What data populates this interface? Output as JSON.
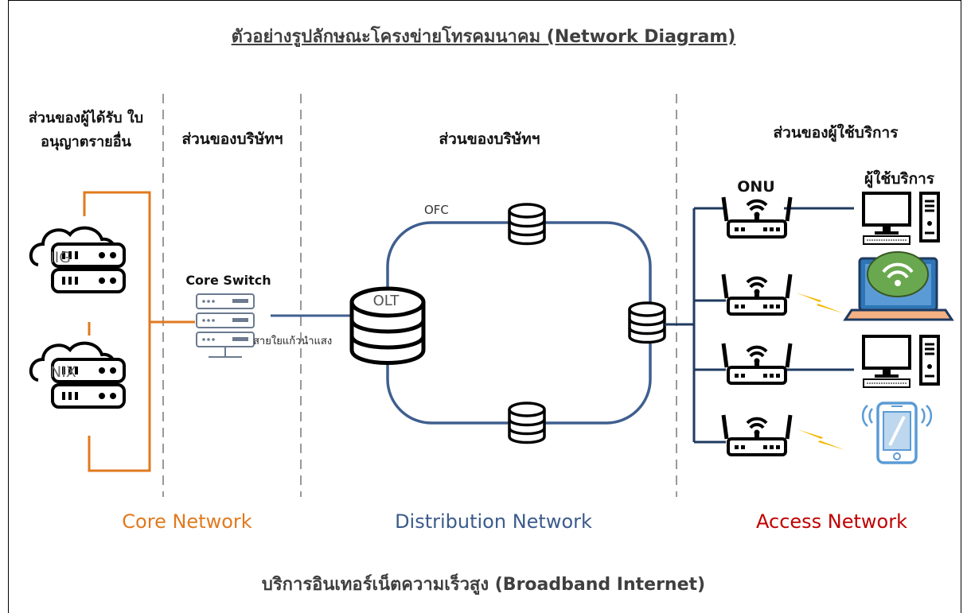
{
  "title": "ตัวอย่างรูปลักษณะโครงข่ายโทรคมนาคม (Network Diagram)",
  "footer": "บริการอินเทอร์เน็ตความเร็วสูง (Broadband Internet)",
  "headers": {
    "licensee": "ส่วนของผู้ได้รับ ใบอนุญาตรายอื่น",
    "company_core": "ส่วนของบริษัทฯ",
    "company_dist": "ส่วนของบริษัทฯ",
    "customer": "ส่วนของผู้ใช้บริการ"
  },
  "labels": {
    "users": "ผู้ใช้บริการ",
    "onu": "ONU",
    "core_switch": "Core Switch",
    "fiber": "สายใยแก้วนำแสง",
    "ofc": "OFC",
    "olt": "OLT",
    "iig": "IIG",
    "nix": "NIX"
  },
  "sections": {
    "core": "Core Network",
    "distribution": "Distribution Network",
    "access": "Access Network"
  },
  "colors": {
    "core": "#e07a1f",
    "distribution": "#3b5b8c",
    "access": "#c00000",
    "ring": "#3f5f8f",
    "access_lines": "#1f3a5f",
    "lightning": "#f5b800",
    "laptop": "#2e75b6",
    "wifi_disc": "#6aa84f",
    "phone": "#5b9bd5"
  }
}
